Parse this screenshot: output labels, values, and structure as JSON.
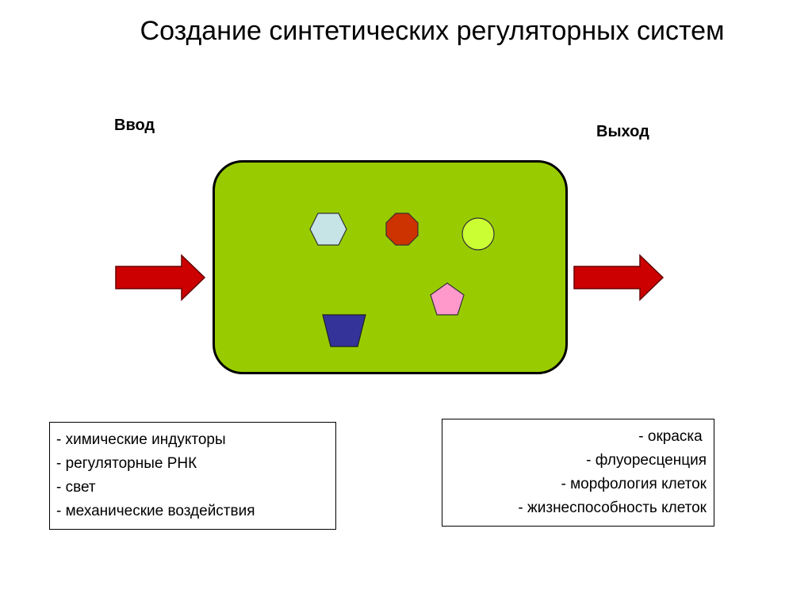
{
  "title": "Создание синтетических регуляторных систем",
  "input_label": "Ввод",
  "output_label": "Выход",
  "colors": {
    "cell_fill": "#99cc00",
    "arrow_fill": "#cc0000",
    "hexagon": "#c6e3e6",
    "octagon": "#cc3300",
    "circle": "#ccff33",
    "pentagon": "#ff99cc",
    "trapezoid": "#333399"
  },
  "shapes": [
    "hexagon",
    "octagon",
    "circle",
    "pentagon",
    "trapezoid"
  ],
  "inputs": [
    "- химические индукторы",
    "- регуляторные РНК",
    "- свет",
    "- механические воздействия"
  ],
  "outputs": [
    "- окраска ",
    "- флуоресценция",
    "- морфология клеток",
    "- жизнеспособность клеток"
  ]
}
